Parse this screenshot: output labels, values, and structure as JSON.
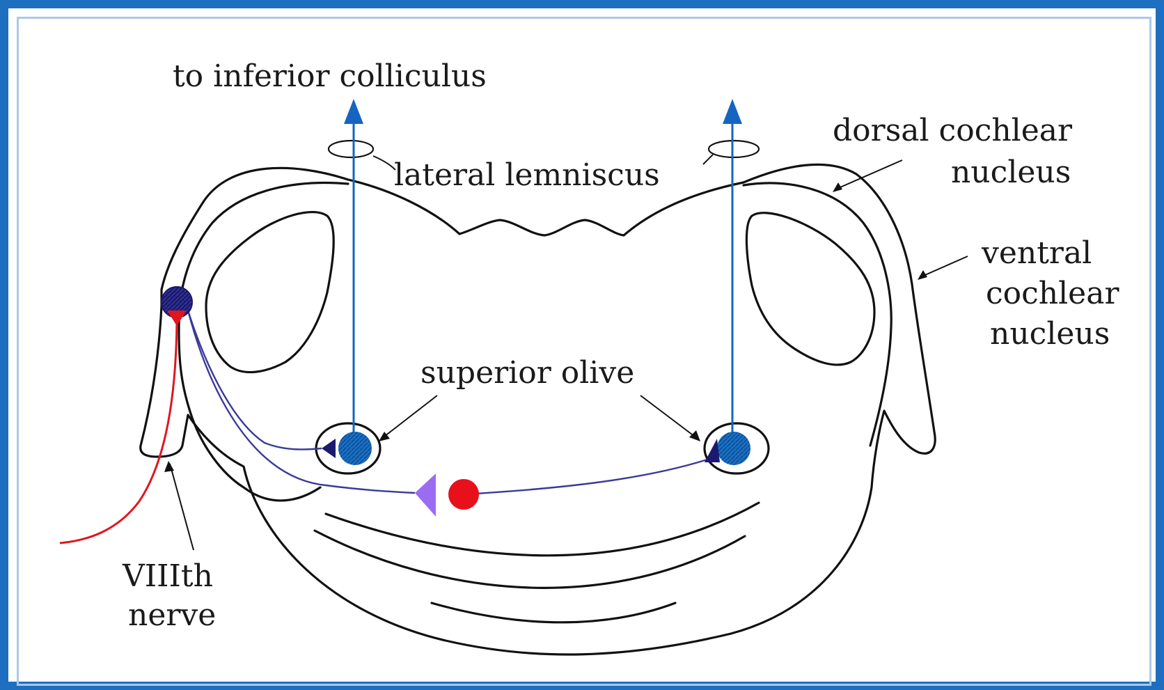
{
  "labels": {
    "to_inferior_colliculus": "to inferior colliculus",
    "lateral_lemniscus": "lateral lemniscus",
    "dorsal_cochlear_line1": "dorsal cochlear",
    "dorsal_cochlear_line2": "nucleus",
    "ventral_cochlear_line1": "ventral",
    "ventral_cochlear_line2": "cochlear",
    "ventral_cochlear_line3": "nucleus",
    "superior_olive": "superior olive",
    "viiith_nerve_line1": "VIIIth",
    "viiith_nerve_line2": "nerve"
  },
  "colors": {
    "frame": "#1e6fbf",
    "frame_inner": "#a9c9ea",
    "ascending_axon": "#1565c0",
    "olive_cell": "#1a6fc4",
    "crossing_axon": "#3a3a9a",
    "terminal": "#1a1a70",
    "auditory_fiber": "#e0161e",
    "inhibitory_neuron": "#e8111b",
    "inhibitory_terminal": "#9b6cf2",
    "cochlear_cell": "#1a1a6e"
  }
}
